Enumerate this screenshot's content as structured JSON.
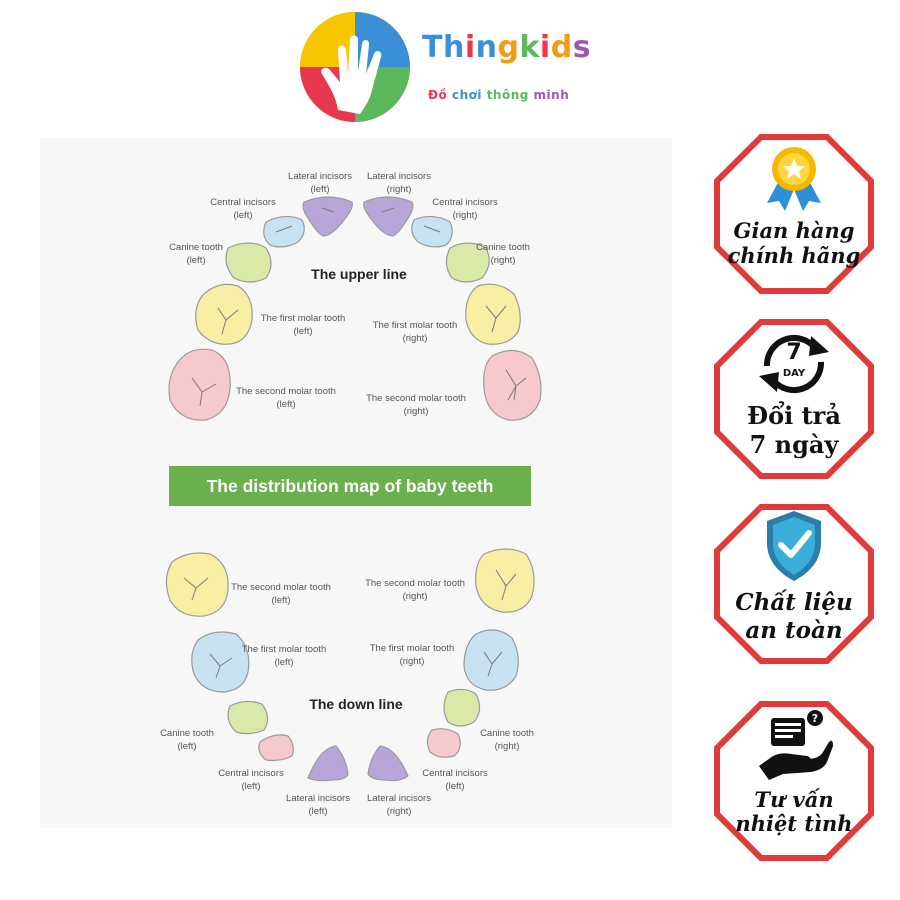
{
  "brand": {
    "name_parts": [
      {
        "text": "T",
        "color": "#3a8fd6"
      },
      {
        "text": "h",
        "color": "#3a8fd6"
      },
      {
        "text": "i",
        "color": "#e8384f"
      },
      {
        "text": "n",
        "color": "#3a8fd6"
      },
      {
        "text": "g",
        "color": "#f39c12"
      },
      {
        "text": "k",
        "color": "#5cb85c"
      },
      {
        "text": "i",
        "color": "#e8384f"
      },
      {
        "text": "d",
        "color": "#f39c12"
      },
      {
        "text": "s",
        "color": "#9b59b6"
      }
    ],
    "tagline_parts": [
      {
        "text": "Đồ ",
        "color": "#e8384f"
      },
      {
        "text": "chơi ",
        "color": "#3a8fd6"
      },
      {
        "text": "thông ",
        "color": "#5cb85c"
      },
      {
        "text": "minh",
        "color": "#9b59b6"
      }
    ]
  },
  "diagram": {
    "banner": "The distribution map of baby teeth",
    "upper_title": "The upper line",
    "down_title": "The down line",
    "upper_labels": {
      "lateral_left": [
        "Lateral incisors",
        "(left)"
      ],
      "lateral_right": [
        "Lateral incisors",
        "(right)"
      ],
      "central_left": [
        "Central incisors",
        "(left)"
      ],
      "central_right": [
        "Central incisors",
        "(right)"
      ],
      "canine_left": [
        "Canine tooth",
        "(left)"
      ],
      "canine_right": [
        "Canine tooth",
        "(right)"
      ],
      "first_molar_left": [
        "The first molar tooth",
        "(left)"
      ],
      "first_molar_right": [
        "The first molar tooth",
        "(right)"
      ],
      "second_molar_left": [
        "The second molar tooth",
        "(left)"
      ],
      "second_molar_right": [
        "The second molar tooth",
        "(right)"
      ]
    },
    "down_labels": {
      "second_molar_left": [
        "The second molar tooth",
        "(left)"
      ],
      "second_molar_right": [
        "The second molar tooth",
        "(right)"
      ],
      "first_molar_left": [
        "The first molar tooth",
        "(left)"
      ],
      "first_molar_right": [
        "The first molar tooth",
        "(right)"
      ],
      "canine_left": [
        "Canine tooth",
        "(left)"
      ],
      "canine_right": [
        "Canine tooth",
        "(right)"
      ],
      "central_left": [
        "Central incisors",
        "(left)"
      ],
      "central_right": [
        "Central incisors",
        "(left)"
      ],
      "lateral_left": [
        "Lateral incisors",
        "(left)"
      ],
      "lateral_right": [
        "Lateral incisors",
        "(right)"
      ]
    },
    "colors": {
      "purple": "#b9a6d9",
      "blue": "#c7e3f1",
      "green": "#d9e9a8",
      "yellow": "#f7efa4",
      "pink": "#f6c9cf",
      "banner": "#6ab04c"
    }
  },
  "badges": [
    {
      "line1": "Gian hàng",
      "line2": "chính hãng",
      "icon": "award-ribbon-icon"
    },
    {
      "line1": "Đổi trả",
      "line2": "7 ngày",
      "icon": "seven-day-return-icon",
      "icon_top": "7",
      "icon_bottom": "DAY"
    },
    {
      "line1": "Chất liệu",
      "line2": "an toàn",
      "icon": "shield-check-icon"
    },
    {
      "line1": "Tư vấn",
      "line2": "nhiệt tình",
      "icon": "consulting-hand-icon"
    }
  ],
  "badge_colors": {
    "frame": "#e03a3a",
    "ribbon": "#2f8fd8",
    "medal": "#f5b800",
    "shield": "#3aaed8",
    "ink": "#111111"
  }
}
